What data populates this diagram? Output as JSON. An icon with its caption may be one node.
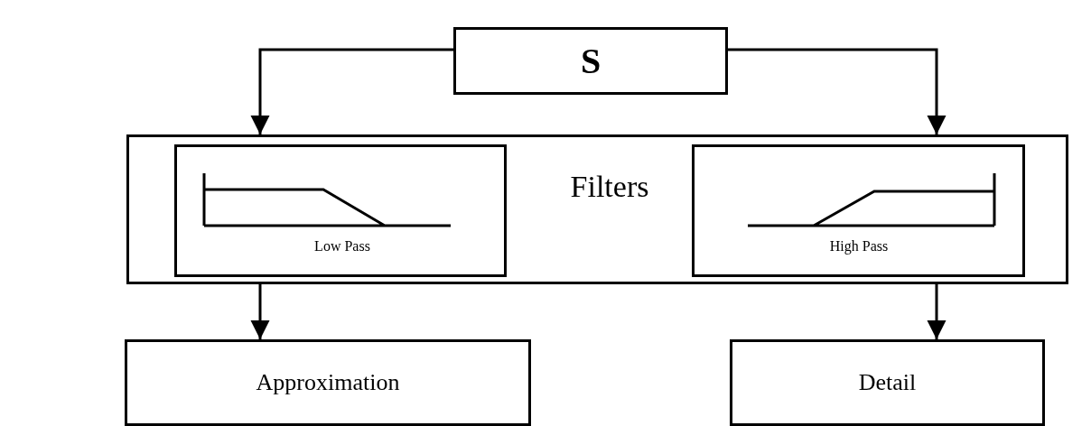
{
  "diagram": {
    "nodes": [
      {
        "text": [
          "S"
        ]
      },
      {
        "text": [
          "Filters"
        ]
      },
      {
        "text": [
          "Low Pass"
        ],
        "in": 1
      },
      {
        "text": [
          "High Pass"
        ],
        "in": 1
      },
      {
        "text": [
          "Approximation"
        ]
      },
      {
        "text": [
          "Detail"
        ]
      }
    ],
    "edges": [
      {
        "from": 0,
        "to": 1,
        "arrow": "to"
      },
      {
        "from": 0,
        "to": 1,
        "arrow": "to"
      },
      {
        "from": 1,
        "to": 4,
        "arrow": "to"
      },
      {
        "from": 1,
        "to": 5,
        "arrow": "to"
      }
    ]
  }
}
